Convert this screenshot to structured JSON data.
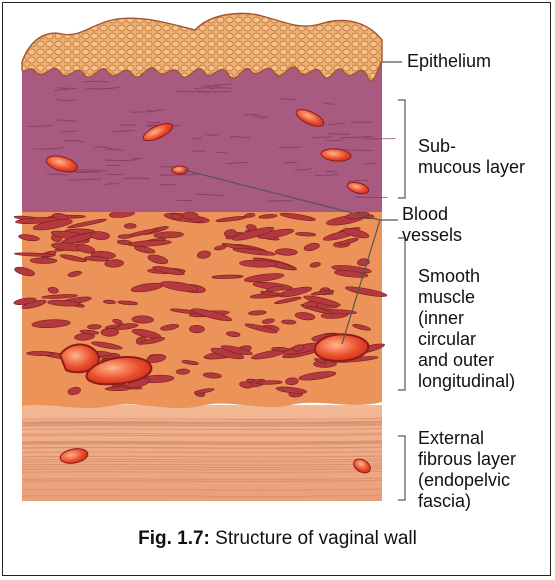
{
  "labels": {
    "epithelium": "Epithelium",
    "submucous": "Sub-\nmucous layer",
    "blood_vessels": "Blood\nvessels",
    "smooth_muscle": "Smooth\nmuscle\n(inner\ncircular\nand outer\nlongitudinal)",
    "fibrous": "External\nfibrous layer\n(endopelvic\nfascia)"
  },
  "caption": {
    "fig_number": "Fig. 1.7:",
    "text": " Structure of vaginal wall"
  },
  "colors": {
    "epithelium": "#e9a05e",
    "submucous": "#a9577f",
    "smooth_muscle": "#e58a52",
    "muscle_fibre": "#b3393e",
    "fibrous": "#f0b08e",
    "vessel": "#e8432a"
  }
}
